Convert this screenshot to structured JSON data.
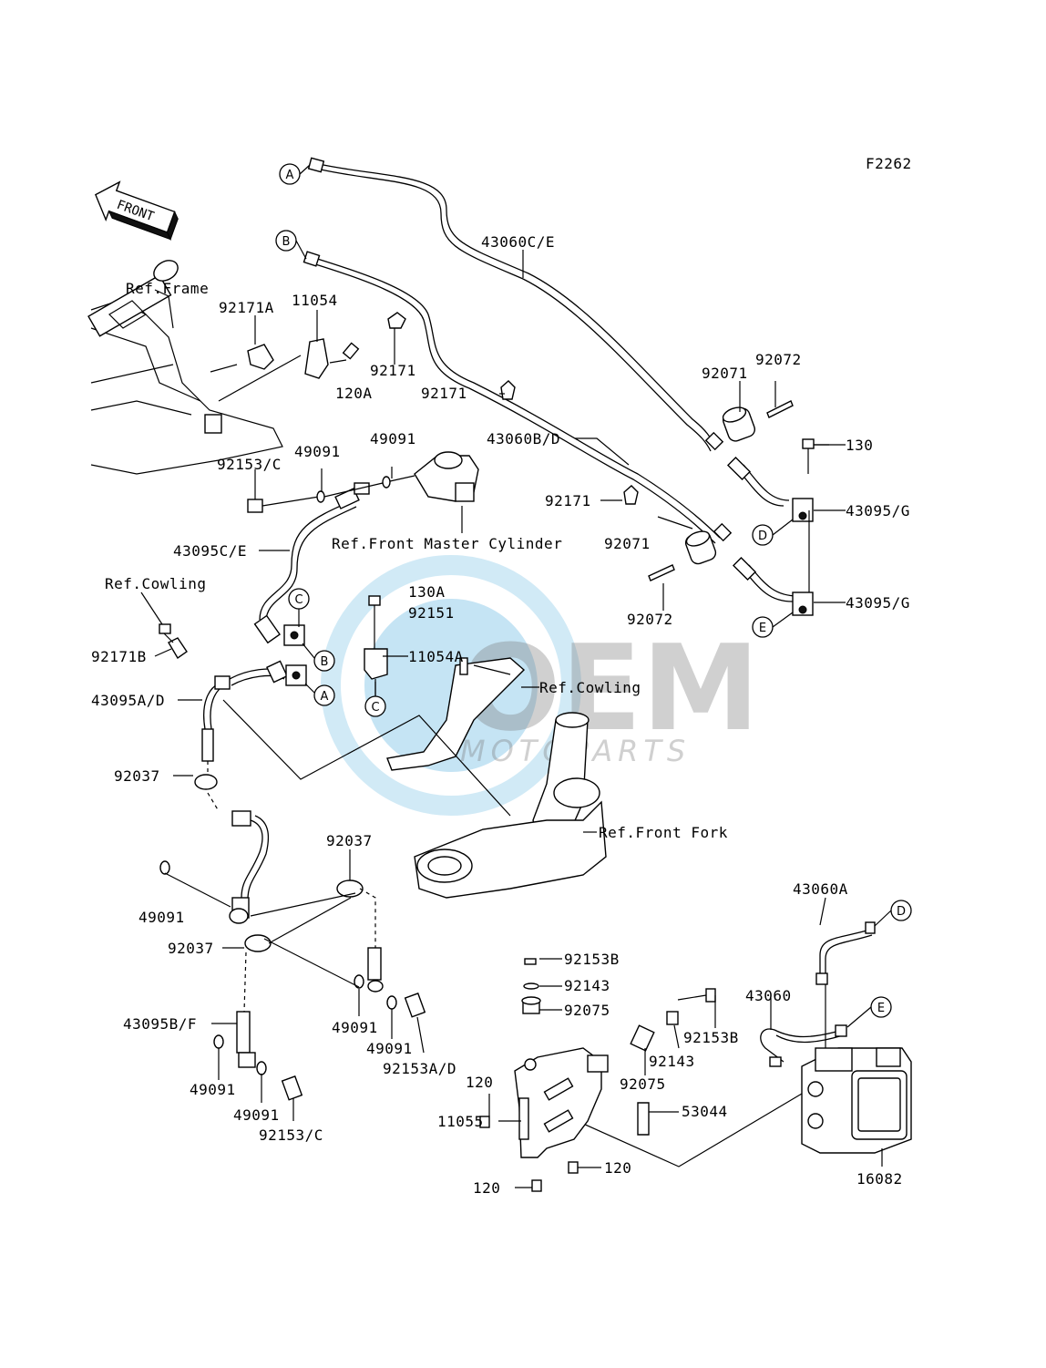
{
  "figure_code": "F2262",
  "front_arrow_label": "FRONT",
  "watermark": {
    "brand": "OEM",
    "sub": "MOTOPARTS"
  },
  "refs": {
    "frame": "Ref.Frame",
    "cowling_left": "Ref.Cowling",
    "cowling_center": "Ref.Cowling",
    "master_cylinder": "Ref.Front Master Cylinder",
    "front_fork": "Ref.Front Fork"
  },
  "callouts": {
    "a": "A",
    "b": "B",
    "c": "C",
    "d": "D",
    "e": "E"
  },
  "parts": {
    "p43060ce": "43060C/E",
    "p43060bd": "43060B/D",
    "p92171a": "92171A",
    "p11054": "11054",
    "p92171_top": "92171",
    "p120a": "120A",
    "p92171_mid": "92171",
    "p92171_low": "92171",
    "p92071_top": "92071",
    "p92072_top": "92072",
    "p130": "130",
    "p43095g_top": "43095/G",
    "p43095g_bot": "43095/G",
    "p92071_bot": "92071",
    "p92072_bot": "92072",
    "p92153c_top": "92153/C",
    "p49091_a": "49091",
    "p49091_b": "49091",
    "p43095ce": "43095C/E",
    "p130a": "130A",
    "p92151": "92151",
    "p11054a": "11054A",
    "p92171b": "92171B",
    "p43095ad": "43095A/D",
    "p92037_a": "92037",
    "p92037_b": "92037",
    "p92037_c": "92037",
    "p49091_c": "49091",
    "p49091_d": "49091",
    "p49091_e": "49091",
    "p49091_f": "49091",
    "p49091_g": "49091",
    "p43095bf": "43095B/F",
    "p92153c_bot": "92153/C",
    "p92153ad": "92153A/D",
    "p43060a": "43060A",
    "p43060": "43060",
    "p92153b_a": "92153B",
    "p92143_a": "92143",
    "p92075_a": "92075",
    "p92153b_b": "92153B",
    "p92143_b": "92143",
    "p92075_b": "92075",
    "p120_a": "120",
    "p53044": "53044",
    "p11055": "11055",
    "p120_b": "120",
    "p120_c": "120",
    "p16082": "16082"
  }
}
